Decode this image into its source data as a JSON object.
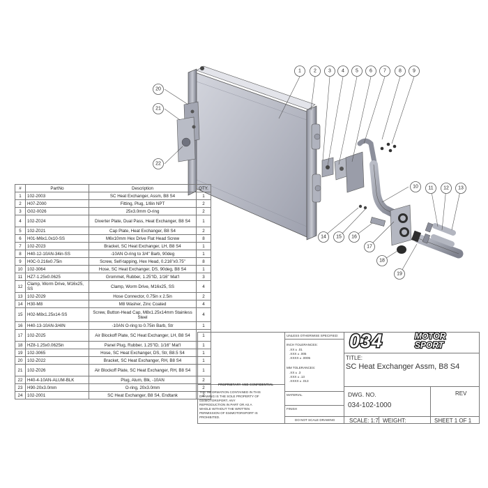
{
  "callouts": [
    {
      "n": "1",
      "icon": "callout-balloon"
    },
    {
      "n": "2",
      "icon": "callout-balloon"
    },
    {
      "n": "3",
      "icon": "callout-balloon"
    },
    {
      "n": "4",
      "icon": "callout-balloon"
    },
    {
      "n": "5",
      "icon": "callout-balloon"
    },
    {
      "n": "6",
      "icon": "callout-balloon"
    },
    {
      "n": "7",
      "icon": "callout-balloon"
    },
    {
      "n": "8",
      "icon": "callout-balloon"
    },
    {
      "n": "9",
      "icon": "callout-balloon"
    },
    {
      "n": "10",
      "icon": "callout-balloon"
    },
    {
      "n": "11",
      "icon": "callout-balloon"
    },
    {
      "n": "12",
      "icon": "callout-balloon"
    },
    {
      "n": "13",
      "icon": "callout-balloon"
    },
    {
      "n": "14",
      "icon": "callout-balloon"
    },
    {
      "n": "15",
      "icon": "callout-balloon"
    },
    {
      "n": "16",
      "icon": "callout-balloon"
    },
    {
      "n": "17",
      "icon": "callout-balloon"
    },
    {
      "n": "18",
      "icon": "callout-balloon"
    },
    {
      "n": "19",
      "icon": "callout-balloon"
    },
    {
      "n": "20",
      "icon": "callout-balloon"
    },
    {
      "n": "21",
      "icon": "callout-balloon"
    },
    {
      "n": "22",
      "icon": "callout-balloon"
    }
  ],
  "bom": {
    "headers": [
      "#",
      "PartNo",
      "Description",
      "QTY."
    ],
    "rows": [
      [
        "1",
        "102-2003",
        "SC Heat Exchanger, Assm, B8 S4",
        "1"
      ],
      [
        "2",
        "H07-Z000",
        "Fitting, Plug, 1/8in NPT",
        "2"
      ],
      [
        "3",
        "G02-0026",
        "25x3.0mm O-ring",
        "2"
      ],
      [
        "4",
        "102-Z024",
        "Diverter Plate, Dual Pass, Heat Exchanger, B8 S4",
        "1"
      ],
      [
        "5",
        "102-Z021",
        "Cap Plate, Heat Exchanger, B8 S4",
        "2"
      ],
      [
        "6",
        "H01-M6x1.0x10-SS",
        "M6x10mm Hex Drive Flat Head Screw",
        "8"
      ],
      [
        "7",
        "102-Z023",
        "Bracket, SC Heat Exchanger, LH, B8 S4",
        "1"
      ],
      [
        "8",
        "H40-12-10AN-34in-SS",
        "-10AN O-ring to 3/4\" Barb, 90deg",
        "1"
      ],
      [
        "9",
        "H0C-0.216x0.75in",
        "Screw, Self-tapping, Hex Head, 0.216\"x0.75\"",
        "8"
      ],
      [
        "10",
        "102-3064",
        "Hose, SC Heat Exchanger, DS, 90deg, B8 S4",
        "1"
      ],
      [
        "11",
        "HZ7-1.25x0.0625",
        "Grommet, Rubber, 1.25\"ID, 1/16\" Mat'l",
        "3"
      ],
      [
        "12",
        "Clamp, Worm Drive, M16x25, SS",
        "Clamp, Worm Drive, M16x25, SS",
        "4"
      ],
      [
        "13",
        "102-Z029",
        "Hose Connector, 0.75in x 2.5in",
        "2"
      ],
      [
        "14",
        "H30-M8",
        "M8 Washer, Zinc Coated",
        "4"
      ],
      [
        "15",
        "H02-M8x1.25x14-SS",
        "Screw, Button-Head Cap, M8x1.25x14mm Stainless Steel",
        "4"
      ],
      [
        "16",
        "H40-13-10AN-3/4IN",
        "-10AN O-ring to 0.75in Barb, Str",
        "1"
      ],
      [
        "17",
        "102-Z025",
        "Air Blockoff Plate, SC Heat Exchanger, LH, B8 S4",
        "1"
      ],
      [
        "18",
        "HZ8-1.25x0.0625in",
        "Panel Plug, Rubber, 1.25\"ID, 1/16\" Mat'l",
        "1"
      ],
      [
        "19",
        "102-3065",
        "Hose, SC Heat Exchanger, DS, Str, B8.5 S4",
        "1"
      ],
      [
        "20",
        "102-Z022",
        "Bracket, SC Heat Exchanger, RH, B8 S4",
        "1"
      ],
      [
        "21",
        "102-Z026",
        "Air Blockoff Plate, SC Heat Exchanger, RH, B8 S4",
        "1"
      ],
      [
        "22",
        "H40-4-10AN-ALUM-BLK",
        "Plug, Alum, Blk, -10AN",
        "2"
      ],
      [
        "23",
        "H90-20x3.0mm",
        "O-ring, 20x3.0mm",
        "2"
      ],
      [
        "24",
        "102-2001",
        "SC Heat Exchanger, B8 S4, Endtank",
        "2"
      ]
    ]
  },
  "title_block": {
    "unless_specified": "UNLESS OTHERWISE SPECIFIED:",
    "inch_tol_label": "INCH TOLERANCES:",
    "inch_tol_1": ".XX ± .01",
    "inch_tol_2": ".XXX ± .005",
    "inch_tol_3": ".XXXX ± .0005",
    "mm_tol_label": "MM TOLERANCES:",
    "mm_tol_1": ".XX ± .3",
    "mm_tol_2": ".XXX ± .13",
    "mm_tol_3": ".XXXX ± .013",
    "proprietary_heading": "PROPRIETARY AND CONFIDENTIAL",
    "proprietary_1": "THE INFORMATION CONTAINED IN THIS",
    "proprietary_2": "DRAWING IS THE SOLE PROPERTY OF",
    "proprietary_3": "034MOTORSPORT. ANY",
    "proprietary_4": "REPRODUCTION IN PART OR AS A",
    "proprietary_5": "WHOLE WITHOUT THE WRITTEN",
    "proprietary_6": "PERMISSION OF 034MOTORSPORT IS",
    "proprietary_7": "PROHIBITED.",
    "material_label": "MATERIAL",
    "finish_label": "FINISH",
    "do_not_scale": "DO NOT SCALE DRAWING",
    "logo_text_big": "034",
    "logo_text_top": "MOTOR",
    "logo_text_bottom": "SPORT",
    "title_label": "TITLE:",
    "title_value": "SC Heat Exchanger Assm, B8 S4",
    "dwg_no_label": "DWG.  NO.",
    "dwg_no_value": "034-102-1000",
    "rev_label": "REV",
    "scale": "SCALE: 1:7",
    "weight": "WEIGHT:",
    "sheet": "SHEET 1 OF 1"
  },
  "colors": {
    "metal_light": "#c9cbd3",
    "metal_mid": "#a9acb8",
    "metal_dark": "#6d707c",
    "rubber": "#3a3a3a",
    "line": "#555555"
  }
}
